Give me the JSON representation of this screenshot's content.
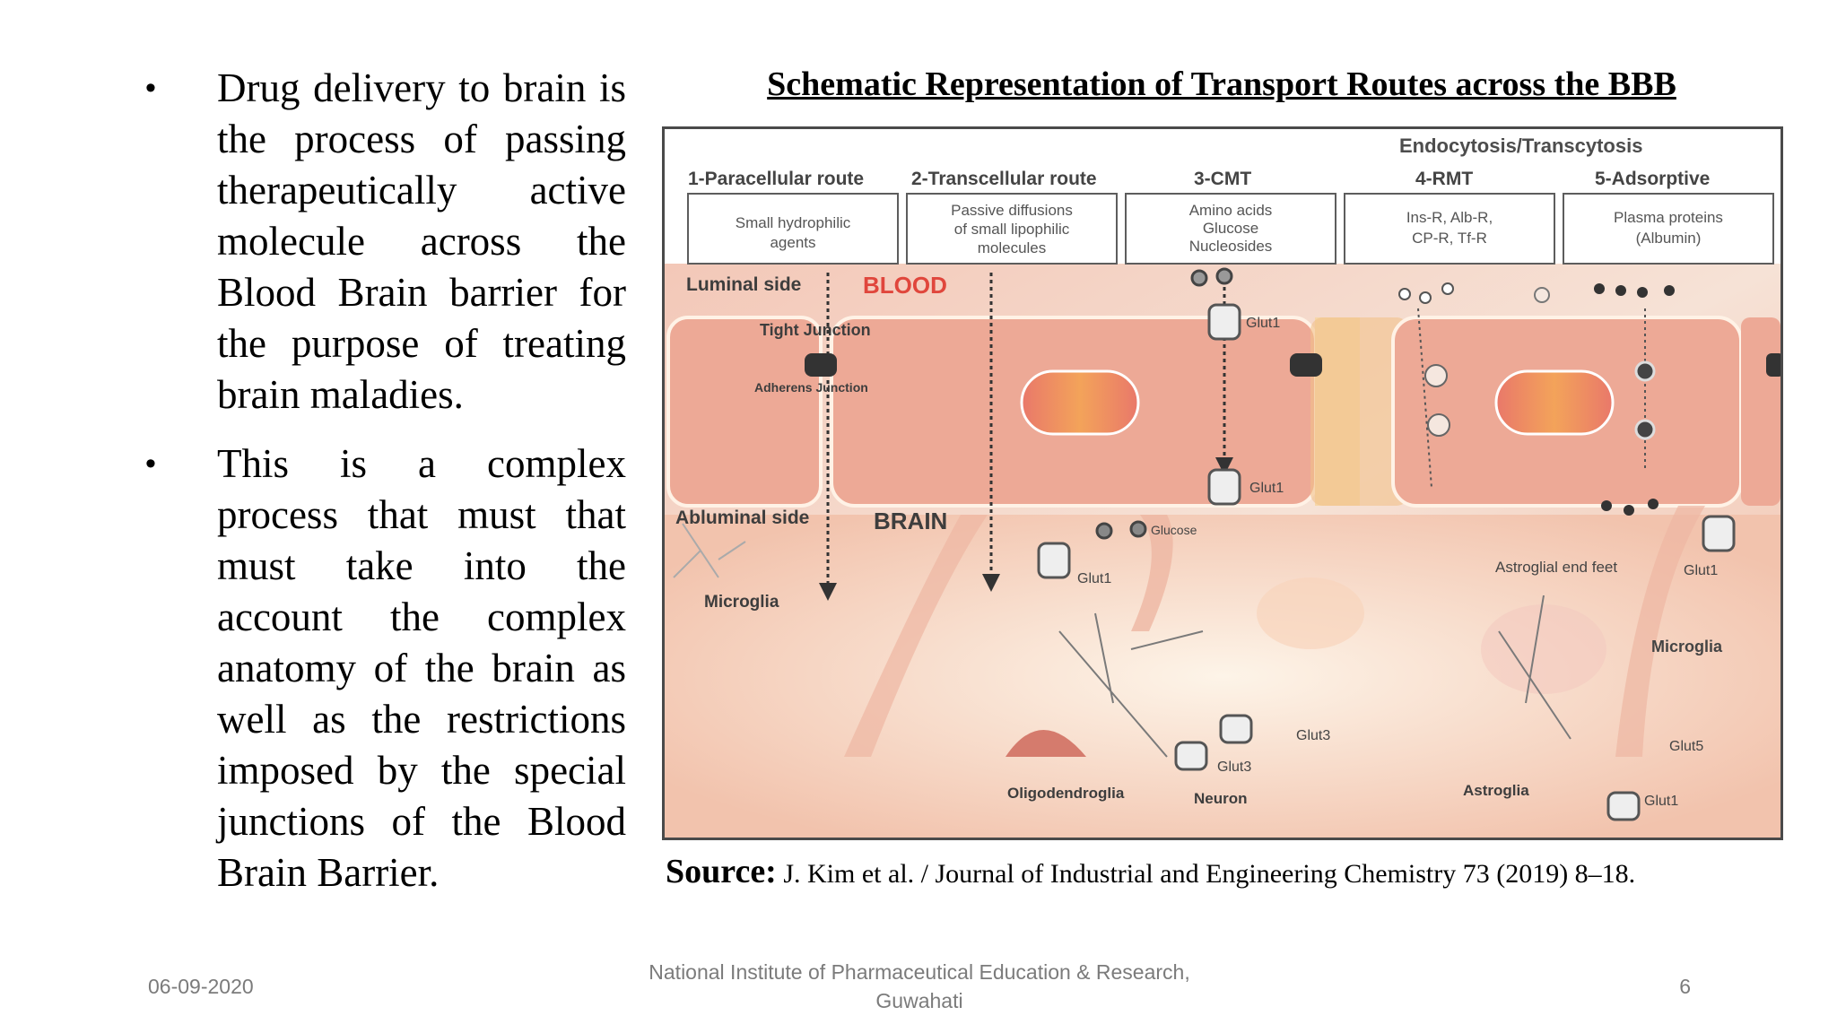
{
  "bullets": [
    {
      "text": "Drug delivery to brain is the process of passing therapeutically active molecule across the Blood Brain barrier for the purpose of treating brain maladies."
    },
    {
      "text": "This is a complex process that must that must take into the account the complex anatomy of the brain as well as the restrictions imposed by the special junctions of the Blood Brain Barrier."
    }
  ],
  "bullet_symbol": "•",
  "figure": {
    "title": "Schematic Representation of Transport Routes across the BBB",
    "header": "Endocytosis/Transcytosis",
    "routes": [
      {
        "name": "1-Paracellular route",
        "desc": [
          "Small hydrophilic",
          "agents"
        ]
      },
      {
        "name": "2-Transcellular route",
        "desc": [
          "Passive diffusions",
          "of small lipophilic",
          "molecules"
        ]
      },
      {
        "name": "3-CMT",
        "desc": [
          "Amino acids",
          "Glucose",
          "Nucleosides"
        ]
      },
      {
        "name": "4-RMT",
        "desc": [
          "Ins-R, Alb-R,",
          "CP-R, Tf-R"
        ]
      },
      {
        "name": "5-Adsorptive",
        "desc": [
          "Plasma proteins",
          "(Albumin)"
        ]
      }
    ],
    "labels": {
      "luminal": "Luminal side",
      "blood": "BLOOD",
      "tight": "Tight Junction",
      "adherens": "Adherens Junction",
      "abluminal": "Abluminal side",
      "brain": "BRAIN",
      "microglia1": "Microglia",
      "glut1_top": "Glut1",
      "glut1_mid": "Glut1",
      "glut1_low": "Glut1",
      "glucose": "Glucose",
      "astro_feet": "Astroglial end feet",
      "glut1_right": "Glut1",
      "microglia2": "Microglia",
      "glut5": "Glut5",
      "glut3a": "Glut3",
      "glut3b": "Glut3",
      "oligo": "Oligodendroglia",
      "neuron": "Neuron",
      "astroglia": "Astroglia",
      "glut1_bottom": "Glut1"
    },
    "colors": {
      "blood_red": "#e0463c",
      "cell": "#e8a593",
      "frame": "#4a4a4a"
    }
  },
  "source": {
    "label": "Source:",
    "citation": "J. Kim et al. / Journal of Industrial and Engineering Chemistry 73 (2019) 8–18."
  },
  "footer": {
    "date": "06-09-2020",
    "institute_line1": "National Institute of Pharmaceutical Education & Research,",
    "institute_line2": "Guwahati",
    "page": "6"
  }
}
